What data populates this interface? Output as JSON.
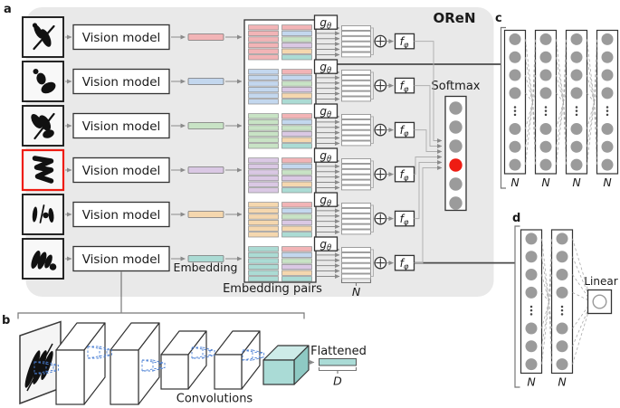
{
  "figure": {
    "panel_a_label": "a",
    "panel_b_label": "b",
    "panel_c_label": "c",
    "panel_d_label": "d",
    "oren_label": "OReN",
    "vision_model_label": "Vision model",
    "embedding_label": "Embedding",
    "embedding_pairs_label": "Embedding pairs",
    "softmax_label": "Softmax",
    "convolutions_label": "Convolutions",
    "flattened_label": "Flattened",
    "linear_label": "Linear",
    "n_label": "N",
    "d_dim_label": "D",
    "g_function": {
      "base": "g",
      "subscript": "θ"
    },
    "f_function": {
      "base": "f",
      "subscript": "φ"
    }
  },
  "structure": {
    "num_inputs": 6,
    "highlighted_input_index": 3,
    "pairs_per_group": 6,
    "relation_units": 6,
    "softmax_outputs": 6,
    "softmax_highlighted_index": 3,
    "panel_c_layers": 4,
    "panel_d_layers": 2,
    "visible_nodes_per_layer": 7,
    "conv_layers": 4
  },
  "colors": {
    "embedding_palette": [
      "#f2b4b6",
      "#c3d7ee",
      "#c8e3c5",
      "#dac8e4",
      "#f5d7ae",
      "#abdbd4"
    ],
    "highlight_red": "#ee1c13",
    "node_gray": "#9b9b9b",
    "panel_bg": "#e9e9e9",
    "teal_front": "#aadbd6",
    "teal_top": "#cdebe8",
    "teal_side": "#8ec9c3",
    "conv_blue": "#4a7fd4",
    "dark_line": "#4a4a4a"
  }
}
